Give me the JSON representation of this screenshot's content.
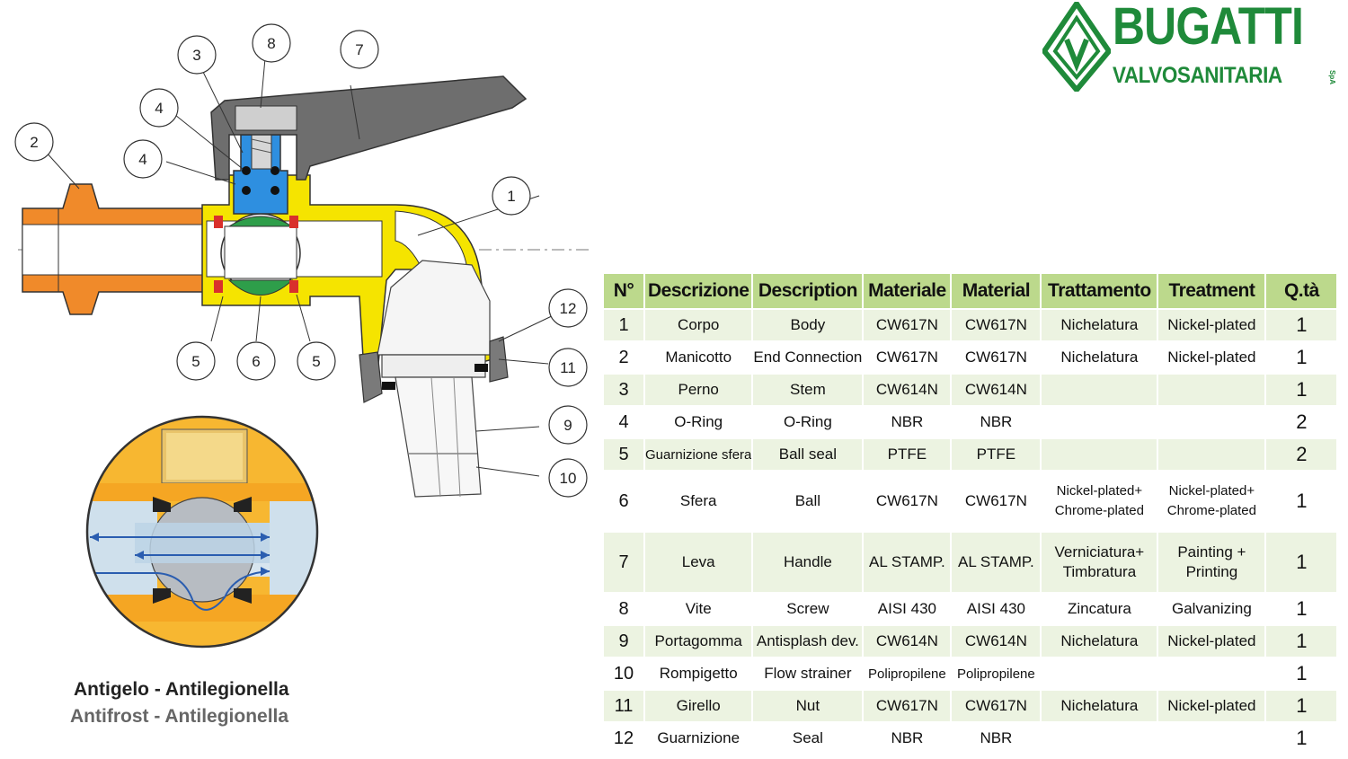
{
  "brand": {
    "name": "BUGATTI",
    "subtitle": "VALVOSANITARIA",
    "suffix": "SpA"
  },
  "callouts": [
    "1",
    "2",
    "3",
    "4",
    "4",
    "5",
    "6",
    "5",
    "7",
    "8",
    "9",
    "10",
    "11",
    "12"
  ],
  "captions": {
    "it": "Antigelo - Antilegionella",
    "en": "Antifrost - Antilegionella"
  },
  "colors": {
    "brand_green": "#1f8a3a",
    "header_green": "#bcd98c",
    "row_tint": "#ecf3e1",
    "brass": "#f5e400",
    "connector": "#f08a2a",
    "stem": "#2e8fe0",
    "handle": "#6e6e6e"
  },
  "table": {
    "headers": [
      "N°",
      "Descrizione",
      "Description",
      "Materiale",
      "Material",
      "Trattamento",
      "Treatment",
      "Q.tà"
    ],
    "rows": [
      [
        "1",
        "Corpo",
        "Body",
        "CW617N",
        "CW617N",
        "Nichelatura",
        "Nickel-plated",
        "1"
      ],
      [
        "2",
        "Manicotto",
        "End Connection",
        "CW617N",
        "CW617N",
        "Nichelatura",
        "Nickel-plated",
        "1"
      ],
      [
        "3",
        "Perno",
        "Stem",
        "CW614N",
        "CW614N",
        "",
        "",
        "1"
      ],
      [
        "4",
        "O-Ring",
        "O-Ring",
        "NBR",
        "NBR",
        "",
        "",
        "2"
      ],
      [
        "5",
        "Guarnizione sfera",
        "Ball seal",
        "PTFE",
        "PTFE",
        "",
        "",
        "2"
      ],
      [
        "6",
        "Sfera",
        "Ball",
        "CW617N",
        "CW617N",
        "Nickel-plated+ Chrome-plated",
        "Nickel-plated+ Chrome-plated",
        "1"
      ],
      [
        "7",
        "Leva",
        "Handle",
        "AL STAMP.",
        "AL STAMP.",
        "Verniciatura+ Timbratura",
        "Painting + Printing",
        "1"
      ],
      [
        "8",
        "Vite",
        "Screw",
        "AISI 430",
        "AISI 430",
        "Zincatura",
        "Galvanizing",
        "1"
      ],
      [
        "9",
        "Portagomma",
        "Antisplash dev.",
        "CW614N",
        "CW614N",
        "Nichelatura",
        "Nickel-plated",
        "1"
      ],
      [
        "10",
        "Rompigetto",
        "Flow strainer",
        "Polipropilene",
        "Polipropilene",
        "",
        "",
        "1"
      ],
      [
        "11",
        "Girello",
        "Nut",
        "CW617N",
        "CW617N",
        "Nichelatura",
        "Nickel-plated",
        "1"
      ],
      [
        "12",
        "Guarnizione",
        "Seal",
        "NBR",
        "NBR",
        "",
        "",
        "1"
      ]
    ]
  }
}
